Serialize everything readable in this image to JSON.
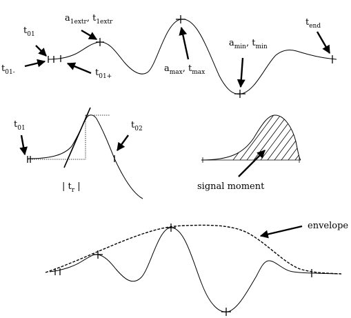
{
  "panel_top": {
    "labels": {
      "t01": {
        "main": "t",
        "sub": "01"
      },
      "t01_minus": {
        "main": "t",
        "sub": "01-"
      },
      "t01_plus": {
        "main": "t",
        "sub": "01+"
      },
      "a1extr": {
        "main1": "a",
        "sub1": "1extr",
        "sep": ", ",
        "main2": "t",
        "sub2": "1extr"
      },
      "amax": {
        "main1": "a",
        "sub1": "max",
        "sep": ", ",
        "main2": "t",
        "sub2": "max"
      },
      "amin": {
        "main1": "a",
        "sub1": "min",
        "sep": ", ",
        "main2": "t",
        "sub2": "min"
      },
      "tend": {
        "main": "t",
        "sub": "end"
      }
    }
  },
  "panel_rise": {
    "labels": {
      "t01": {
        "main": "t",
        "sub": "01"
      },
      "t02": {
        "main": "t",
        "sub": "02"
      },
      "tr": {
        "open": "| ",
        "main": "t",
        "sub": "r",
        "close": " |"
      }
    }
  },
  "panel_moment": {
    "label": "signal moment"
  },
  "panel_envelope": {
    "label": "envelope"
  }
}
